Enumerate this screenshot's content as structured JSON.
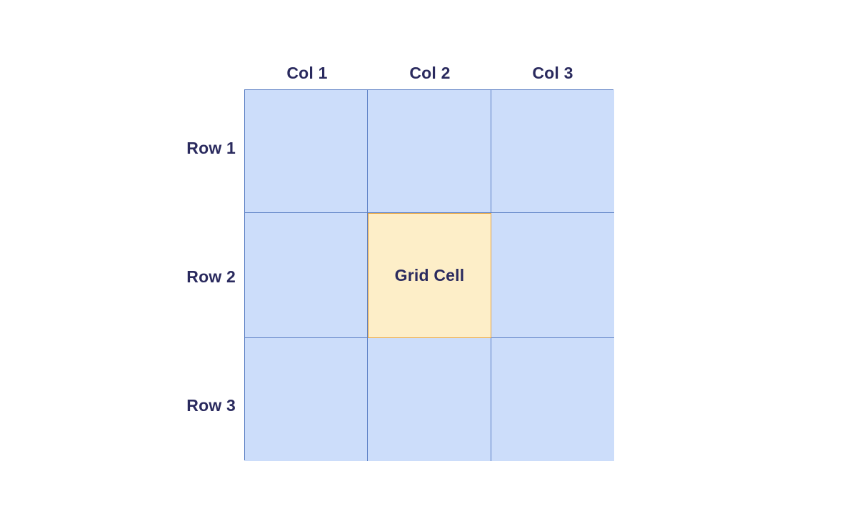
{
  "diagram": {
    "type": "grid-layout-illustration",
    "colors": {
      "cell_fill": "#CCDDFA",
      "cell_border": "#5B7FC4",
      "highlight_fill": "#FDEEC8",
      "highlight_border": "#E8A33D",
      "text": "#2A2A5E",
      "background": "#FFFFFF"
    },
    "grid": {
      "columns": 3,
      "rows": 3
    },
    "column_headers": [
      {
        "label": "Col 1"
      },
      {
        "label": "Col 2"
      },
      {
        "label": "Col 3"
      }
    ],
    "row_headers": [
      {
        "label": "Row 1"
      },
      {
        "label": "Row 2"
      },
      {
        "label": "Row 3"
      }
    ],
    "cells": [
      {
        "row": 1,
        "col": 1,
        "label": "",
        "highlighted": false
      },
      {
        "row": 1,
        "col": 2,
        "label": "",
        "highlighted": false
      },
      {
        "row": 1,
        "col": 3,
        "label": "",
        "highlighted": false
      },
      {
        "row": 2,
        "col": 1,
        "label": "",
        "highlighted": false
      },
      {
        "row": 2,
        "col": 2,
        "label": "Grid Cell",
        "highlighted": true
      },
      {
        "row": 2,
        "col": 3,
        "label": "",
        "highlighted": false
      },
      {
        "row": 3,
        "col": 1,
        "label": "",
        "highlighted": false
      },
      {
        "row": 3,
        "col": 2,
        "label": "",
        "highlighted": false
      },
      {
        "row": 3,
        "col": 3,
        "label": "",
        "highlighted": false
      }
    ]
  }
}
